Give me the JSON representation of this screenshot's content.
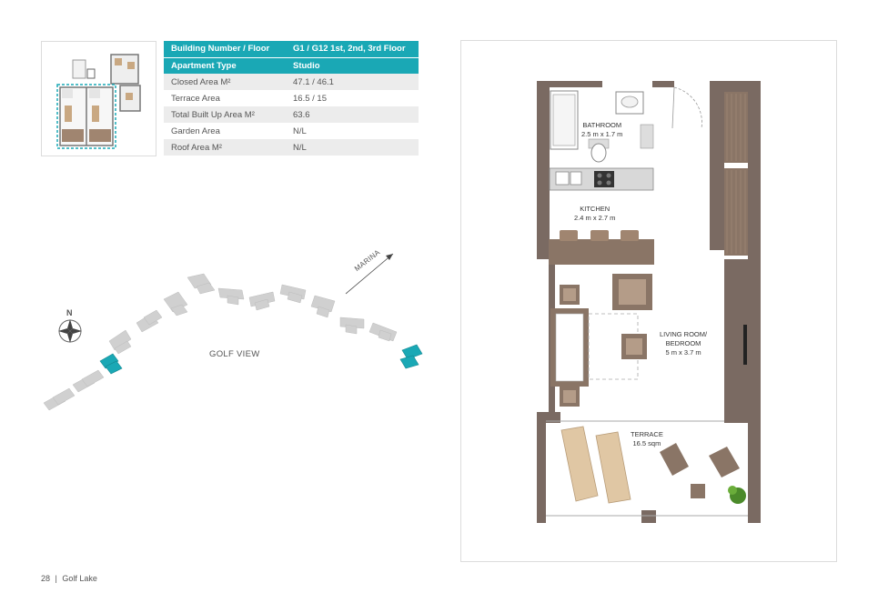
{
  "spec_table": {
    "header_rows": [
      {
        "label": "Building Number / Floor",
        "value": "G1 / G12 1st, 2nd, 3rd Floor"
      },
      {
        "label": "Apartment Type",
        "value": "Studio"
      }
    ],
    "rows": [
      {
        "label": "Closed Area M²",
        "value": "47.1 / 46.1"
      },
      {
        "label": "Terrace Area",
        "value": "16.5 / 15"
      },
      {
        "label": "Total Built Up Area M²",
        "value": "63.6"
      },
      {
        "label": "Garden Area",
        "value": "N/L"
      },
      {
        "label": "Roof Area M²",
        "value": "N/L"
      }
    ]
  },
  "site_map": {
    "north_label": "N",
    "view_label": "GOLF VIEW",
    "direction_label": "MARINA"
  },
  "floor_plan": {
    "rooms": [
      {
        "name": "BATHROOM",
        "size": "2.5 m x 1.7 m"
      },
      {
        "name": "KITCHEN",
        "size": "2.4 m x 2.7 m"
      },
      {
        "name": "LIVING ROOM/",
        "name2": "BEDROOM",
        "size": "5 m x 3.7 m"
      },
      {
        "name": "TERRACE",
        "size": "16.5 sqm"
      }
    ]
  },
  "footer": {
    "page_number": "28",
    "separator": "|",
    "project": "Golf Lake"
  },
  "colors": {
    "accent": "#1aa8b5",
    "wall": "#7a6a62",
    "wood": "#c9a882",
    "furniture": "#8a7566"
  }
}
